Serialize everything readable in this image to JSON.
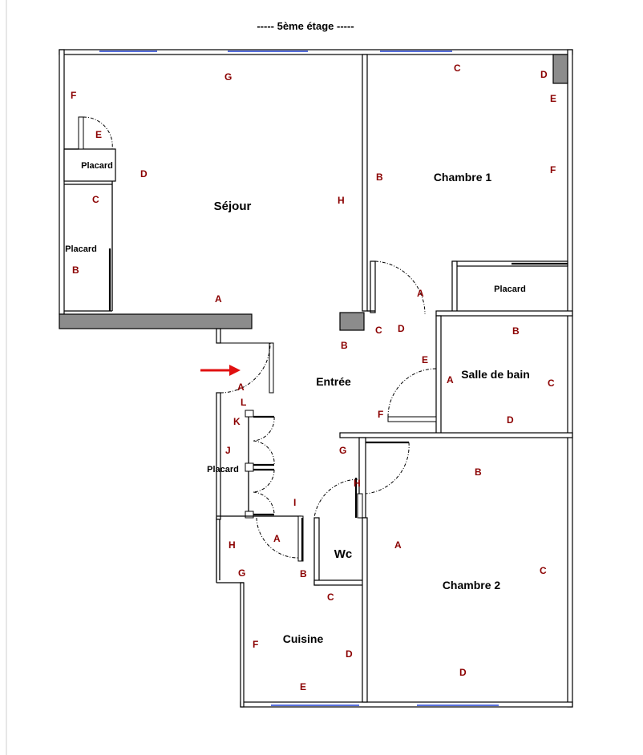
{
  "title": "-----  5ème étage  -----",
  "colors": {
    "wall_letter": "#8b0000",
    "wall_fill": "#8c8c8c",
    "window": "#1f3fd0",
    "entry_arrow": "#e01010"
  },
  "rooms": {
    "sejour": "Séjour",
    "chambre1": "Chambre 1",
    "chambre2": "Chambre 2",
    "entree": "Entrée",
    "salle_de_bain": "Salle de bain",
    "cuisine": "Cuisine",
    "wc": "Wc",
    "placard_sejour_top": "Placard",
    "placard_sejour_left": "Placard",
    "placard_chambre1": "Placard",
    "placard_entree": "Placard"
  },
  "wall_letters": {
    "sejour": {
      "g": "G",
      "f": "F",
      "e": "E",
      "d": "D",
      "c": "C",
      "b": "B",
      "h": "H",
      "a": "A"
    },
    "chambre1": {
      "c": "C",
      "d": "D",
      "e": "E",
      "f": "F",
      "b": "B",
      "a": "A"
    },
    "entree": {
      "c": "C",
      "d": "D",
      "b": "B",
      "e": "E",
      "f": "F",
      "a": "A",
      "l": "L",
      "k": "K",
      "j": "J",
      "g": "G",
      "h": "H",
      "i": "I"
    },
    "salle_de_bain": {
      "b": "B",
      "a": "A",
      "c": "C",
      "d": "D"
    },
    "chambre2": {
      "b": "B",
      "a": "A",
      "c": "C",
      "d": "D"
    },
    "cuisine": {
      "a": "A",
      "h": "H",
      "g": "G",
      "b": "B",
      "c": "C",
      "f": "F",
      "d": "D",
      "e": "E"
    }
  },
  "entry_arrow_icon": "right-arrow-icon"
}
